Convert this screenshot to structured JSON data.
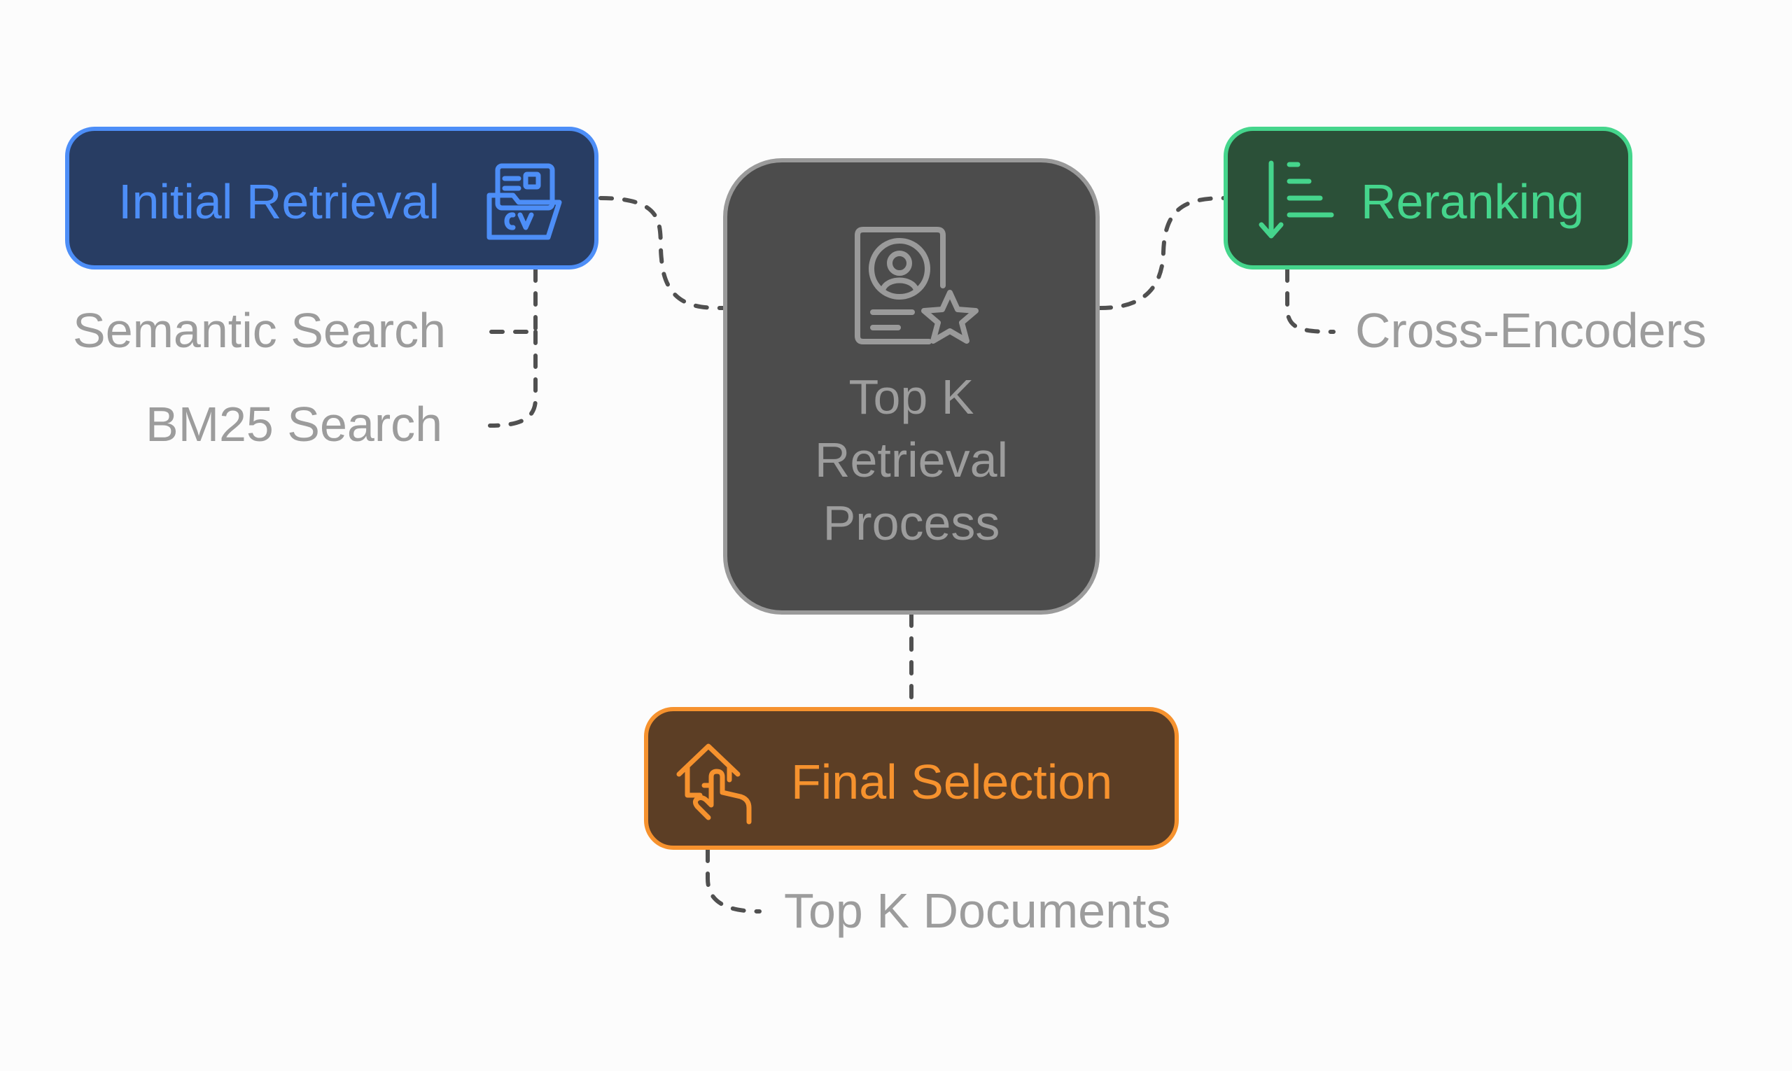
{
  "center": {
    "title_lines": [
      "Top K",
      "Retrieval",
      "Process"
    ],
    "icon": "profile-star-icon"
  },
  "initial_retrieval": {
    "label": "Initial Retrieval",
    "icon": "cv-folder-icon",
    "children": [
      "Semantic Search",
      "BM25 Search"
    ]
  },
  "reranking": {
    "label": "Reranking",
    "icon": "sort-descending-icon",
    "children": [
      "Cross-Encoders"
    ]
  },
  "final_selection": {
    "label": "Final Selection",
    "icon": "house-hand-icon",
    "children": [
      "Top K Documents"
    ]
  },
  "colors": {
    "background": "#fcfcfc",
    "blue_border": "#4d8ef7",
    "blue_fill": "#283d63",
    "green_border": "#45d58c",
    "green_fill": "#2b5038",
    "orange_border": "#f6922e",
    "orange_fill": "#5c3e25",
    "center_border": "#9a9a9a",
    "center_fill": "#4c4c4c",
    "connector": "#505050",
    "label_gray": "#9c9c9c"
  }
}
